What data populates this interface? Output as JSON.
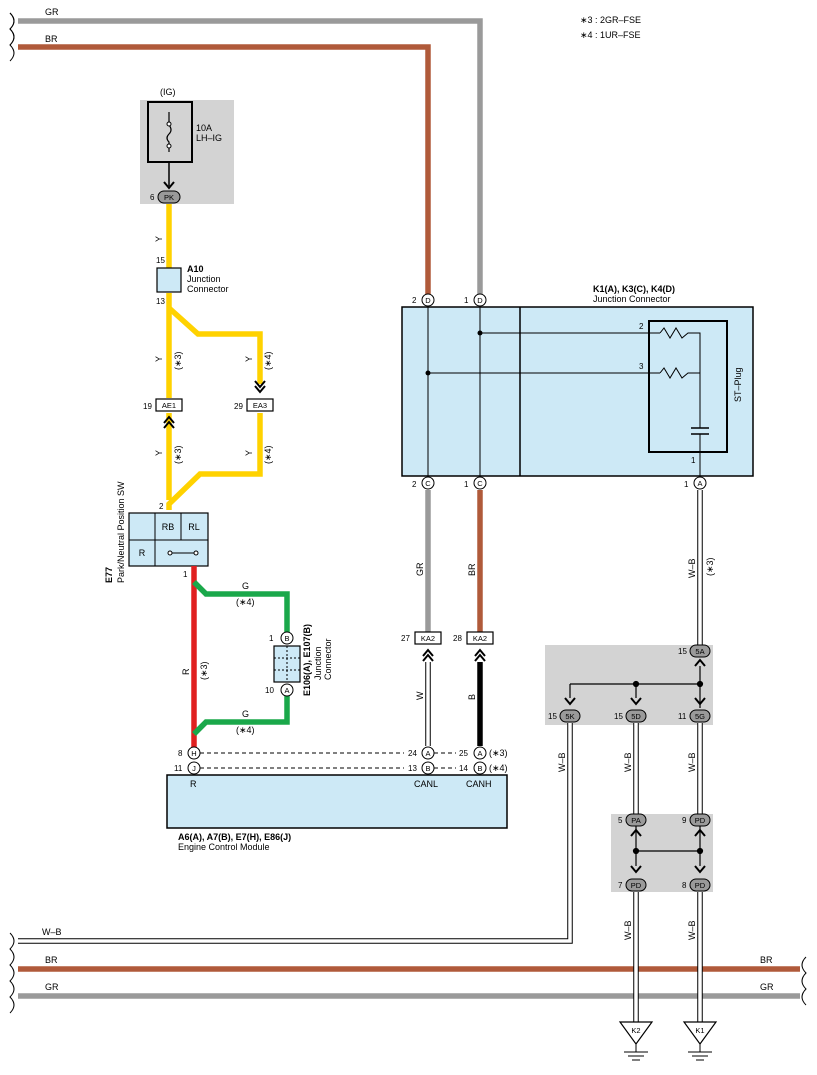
{
  "notes": {
    "note3": "∗3 : 2GR–FSE",
    "note4": "∗4 : 1UR–FSE"
  },
  "wire_colors": {
    "GR": "#9a9a9a",
    "BR": "#b05a3a",
    "Y": "#ffd200",
    "G": "#1aa84a",
    "R": "#e02020",
    "B": "#000000",
    "W": "#ffffff",
    "W-B": "#ffffff",
    "box_fill": "#cde9f6",
    "shaded_area": "#d3d3d3"
  },
  "wires": {
    "gr": "GR",
    "br": "BR",
    "y": "Y",
    "g": "G",
    "r": "R",
    "b": "B",
    "w": "W",
    "wb": "W–B",
    "note3": "(∗3)",
    "note4": "(∗4)"
  },
  "fuse": {
    "ig_label": "(IG)",
    "rating": "10A",
    "name": "LH–IG",
    "pin": "6",
    "connector": "PK"
  },
  "a10": {
    "id": "A10",
    "line1": "Junction",
    "line2": "Connector",
    "pin_top": "15",
    "pin_bottom": "13"
  },
  "ae1": {
    "pin": "19",
    "code": "AE1"
  },
  "ea3": {
    "pin": "29",
    "code": "EA3"
  },
  "e77": {
    "id": "E77",
    "name": "Park/Neutral Position SW",
    "pin_top": "2",
    "pin_bottom": "1",
    "cells": [
      "RB",
      "RL",
      "R"
    ]
  },
  "e106": {
    "id": "E106(A), E107(B)",
    "line1": "Junction",
    "line2": "Connector",
    "pin_top": "1",
    "code_top": "B",
    "pin_bottom": "10",
    "code_bottom": "A"
  },
  "k1": {
    "id": "K1(A), K3(C), K4(D)",
    "name": "Junction Connector",
    "pins_top": [
      "2",
      "1"
    ],
    "codes_top": [
      "D",
      "D"
    ],
    "pins_bottom": [
      "2",
      "1",
      "1"
    ],
    "codes_bottom": [
      "C",
      "C",
      "A"
    ],
    "inner_pins": [
      "2",
      "3",
      "1"
    ],
    "st_plug": "ST–Plug"
  },
  "ka2": {
    "pins": [
      "27",
      "28"
    ],
    "code": "KA2"
  },
  "junction_5": {
    "top_pin": "15",
    "top_code": "5A",
    "pins": [
      "15",
      "15",
      "11"
    ],
    "codes": [
      "5K",
      "5D",
      "5G"
    ]
  },
  "junction_p": {
    "top_pins": [
      "5",
      "9"
    ],
    "top_codes": [
      "PA",
      "PD"
    ],
    "bottom_pins": [
      "7",
      "8"
    ],
    "bottom_codes": [
      "PD",
      "PD"
    ]
  },
  "ecm": {
    "id": "A6(A), A7(B), E7(H), E86(J)",
    "name": "Engine Control Module",
    "left_pins": [
      "8",
      "11"
    ],
    "left_codes": [
      "H",
      "J"
    ],
    "mid_pins": [
      "24",
      "13"
    ],
    "mid_codes": [
      "A",
      "B"
    ],
    "right_pins": [
      "25",
      "14"
    ],
    "right_codes": [
      "A",
      "B"
    ],
    "right_notes": [
      "(∗3)",
      "(∗4)"
    ],
    "labels": [
      "R",
      "CANL",
      "CANH"
    ]
  },
  "grounds": [
    "K2",
    "K1"
  ]
}
